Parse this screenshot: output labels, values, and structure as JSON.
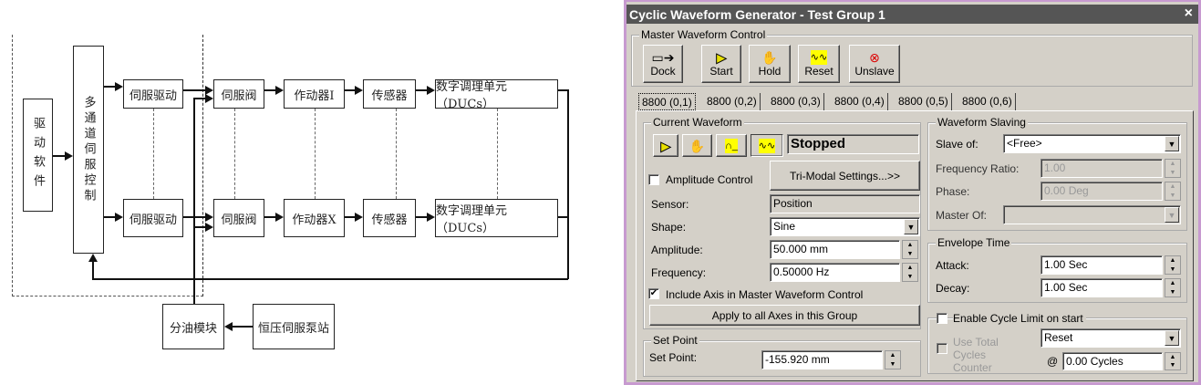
{
  "diagram": {
    "software": "驱动软件",
    "multichannel": "多通道伺服控制",
    "rows": [
      {
        "drive": "伺服驱动",
        "valve": "伺服阀",
        "actuator": "作动器I",
        "sensor": "传感器",
        "duc": "数字调理单元（DUCs）"
      },
      {
        "drive": "伺服驱动",
        "valve": "伺服阀",
        "actuator": "作动器X",
        "sensor": "传感器",
        "duc": "数字调理单元（DUCs）"
      }
    ],
    "manifold": "分油模块",
    "pump": "恒压伺服泵站"
  },
  "window": {
    "title": "Cyclic Waveform Generator - Test Group 1",
    "close": "×",
    "master": {
      "label": "Master Waveform Control",
      "buttons": [
        "Dock",
        "Start",
        "Hold",
        "Reset",
        "Unslave"
      ]
    },
    "tabs": [
      "8800 (0,1)",
      "8800 (0,2)",
      "8800 (0,3)",
      "8800 (0,4)",
      "8800 (0,5)",
      "8800 (0,6)"
    ],
    "current": {
      "label": "Current Waveform",
      "status": "Stopped",
      "amp_control": "Amplitude Control",
      "trimodal": "Tri-Modal Settings...>>",
      "sensor_label": "Sensor:",
      "sensor": "Position",
      "shape_label": "Shape:",
      "shape": "Sine",
      "amplitude_label": "Amplitude:",
      "amplitude": "50.000 mm",
      "frequency_label": "Frequency:",
      "frequency": "0.50000 Hz",
      "include": "Include Axis in Master Waveform Control",
      "apply": "Apply to all Axes in this Group"
    },
    "setpoint": {
      "label": "Set Point",
      "field_label": "Set Point:",
      "value": "-155.920 mm"
    },
    "slaving": {
      "label": "Waveform Slaving",
      "slave_label": "Slave of:",
      "slave": "<Free>",
      "ratio_label": "Frequency Ratio:",
      "ratio": "1.00",
      "phase_label": "Phase:",
      "phase": "0.00 Deg",
      "master_label": "Master Of:"
    },
    "envelope": {
      "label": "Envelope Time",
      "attack_label": "Attack:",
      "attack": "1.00 Sec",
      "decay_label": "Decay:",
      "decay": "1.00 Sec"
    },
    "cycle": {
      "enable": "Enable Cycle Limit on start",
      "use_total": "Use Total Cycles Counter",
      "action": "Reset",
      "at": "@",
      "cycles": "0.00 Cycles"
    }
  }
}
